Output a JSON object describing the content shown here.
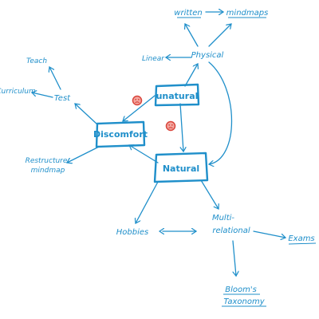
{
  "colors": {
    "ink": "#1f8fca",
    "mark_red": "#d9453b",
    "mark_red_light": "#f3a7a0",
    "background": "#ffffff"
  },
  "nodes": {
    "unnatural": "unatural",
    "discomfort": "Discomfort",
    "natural": "Natural",
    "physical": "Physical",
    "written": "written",
    "mindmaps": "mindmaps",
    "linear": "Linear",
    "test": "Test",
    "teach": "Teach",
    "curriculum": "Curriculum",
    "restructure_line1": "Restructure",
    "restructure_line2": "mindmap",
    "hobbies": "Hobbies",
    "multi_line1": "Multi-",
    "multi_line2": "relational",
    "exams": "Exams",
    "blooms_line1": "Bloom's",
    "blooms_line2": "Taxonomy"
  },
  "marks": {
    "sad_face_count": 2
  }
}
